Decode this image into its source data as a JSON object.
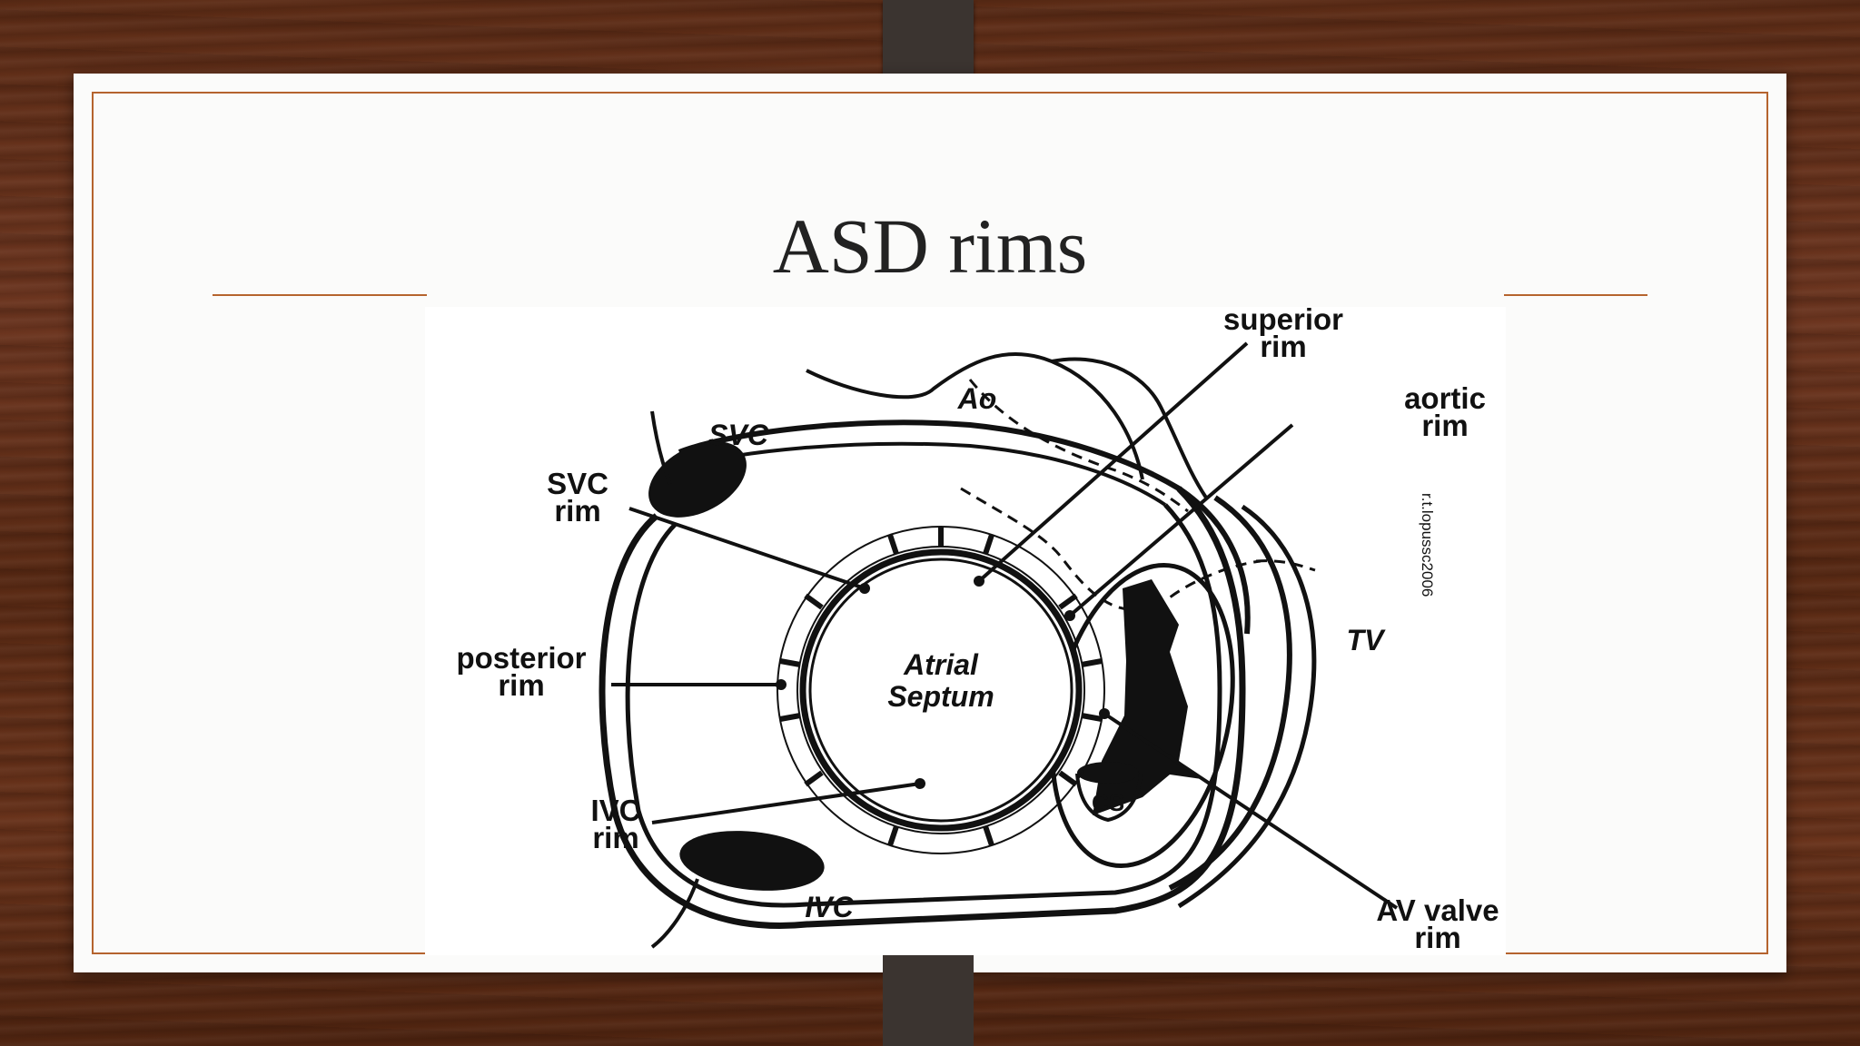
{
  "slide": {
    "title": "ASD rims"
  },
  "diagram": {
    "labels": {
      "superior_rim_1": "superior",
      "superior_rim_2": "rim",
      "aortic_rim_1": "aortic",
      "aortic_rim_2": "rim",
      "svc_rim_1": "SVC",
      "svc_rim_2": "rim",
      "posterior_rim_1": "posterior",
      "posterior_rim_2": "rim",
      "ivc_rim_1": "IVC",
      "ivc_rim_2": "rim",
      "av_valve_rim_1": "AV valve",
      "av_valve_rim_2": "rim",
      "ao": "Ao",
      "svc": "SVC",
      "ivc": "IVC",
      "tv": "TV",
      "cs": "CS",
      "atrial_septum_1": "Atrial",
      "atrial_septum_2": "Septum",
      "watermark": "r.t.lopussc2006"
    },
    "colors": {
      "ink": "#111111",
      "frame": "#b5642e"
    }
  }
}
